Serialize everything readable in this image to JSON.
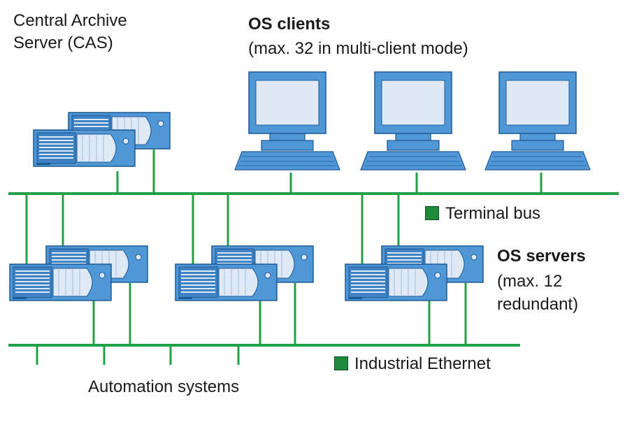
{
  "labels": {
    "cas_line1": "Central Archive",
    "cas_line2": "Server (CAS)",
    "clients_title": "OS clients",
    "clients_note": "(max. 32 in multi-client mode)",
    "terminal_bus": "Terminal bus",
    "servers_title": "OS servers",
    "servers_note1": "(max. 12",
    "servers_note2": "redundant)",
    "industrial_ethernet": "Industrial Ethernet",
    "automation_systems": "Automation systems"
  },
  "colors": {
    "bus": "#22a045",
    "device_fill": "#4f97d6",
    "device_stroke": "#1d5a94",
    "screen": "#dfe8f5",
    "legend": "#1f8a3c"
  }
}
